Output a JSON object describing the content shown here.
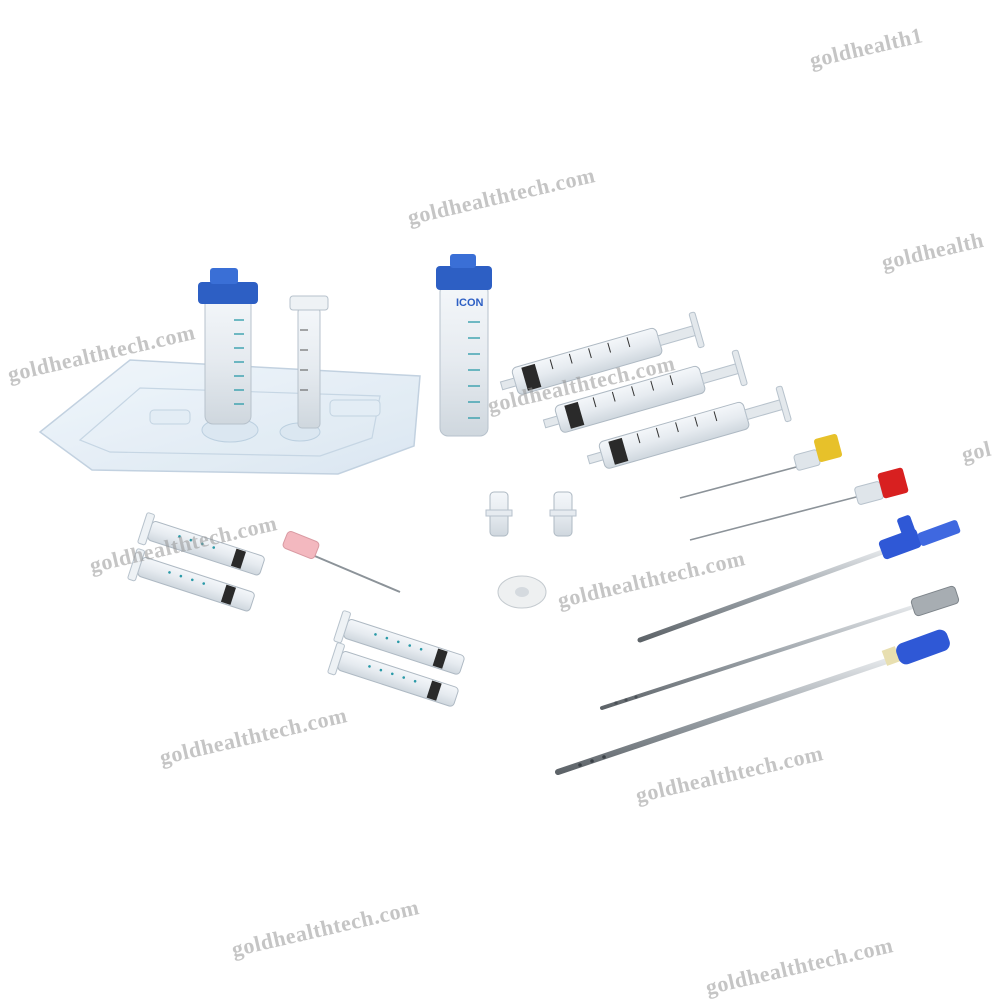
{
  "watermarks": [
    "goldhealth1",
    "goldhealthtech.com",
    "goldhealth",
    "goldhealthtech.com",
    "goldhealthtech.com",
    "gol",
    "goldhealthtech.com",
    "goldhealthtech.com",
    "goldhealthtech.com",
    "goldhealthtech.com",
    "goldhealthtech.com",
    "goldhealthtech.com"
  ],
  "labels": {
    "tube_brand": "ICON"
  },
  "colors": {
    "background": "#ffffff",
    "cap_blue": "#2d5fc4",
    "hub_yellow": "#e7c12a",
    "hub_red": "#d82020",
    "hub_blue": "#2f58d6",
    "pink_hub": "#f3b8bf",
    "steel": "#a7adb2",
    "plunger_black": "#2a2a2a",
    "scale_teal": "#2a9aa8"
  }
}
